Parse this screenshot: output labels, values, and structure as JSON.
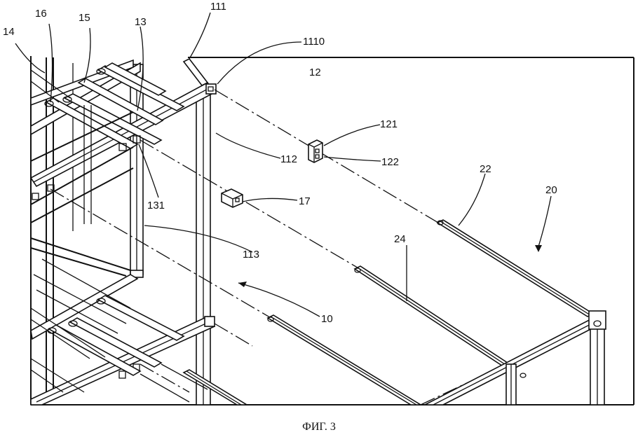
{
  "figure": {
    "caption": "ФИГ. 3",
    "assemblies": {
      "left_frame": "10",
      "right_frame": "20"
    },
    "callouts": {
      "c10": "10",
      "c12": "12",
      "c13": "13",
      "c14": "14",
      "c15": "15",
      "c16": "16",
      "c17": "17",
      "c20": "20",
      "c22": "22",
      "c24": "24",
      "c111": "111",
      "c112": "112",
      "c113": "113",
      "c121": "121",
      "c122": "122",
      "c131": "131",
      "c1110": "1110"
    }
  }
}
